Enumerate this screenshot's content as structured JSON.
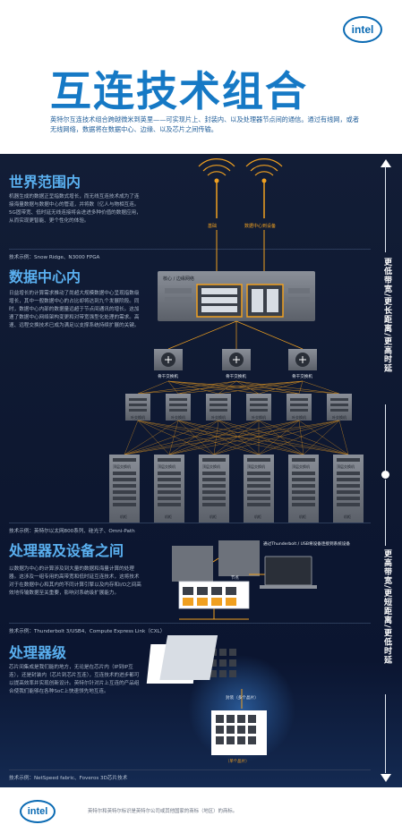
{
  "header": {
    "logo": "intel",
    "title": "互连技术组合",
    "intro": "英特尔互连技术组合跨越微米到英里——可实现片上、封装内、以及处理器节点间的通信。通过有线网，或者无线网络，数据将在数据中心、边缘、以及芯片之间传输。"
  },
  "sections": [
    {
      "title": "世界范围内",
      "text": "机器生成的数据正呈指数式增长，而无线互连技术成为了连接海量数据与数据中心的管道，并将数（亿人与物相互连。5G固带宽、低时延无线连接将会进进多种价值的数据应用，从而实现更智能、更个性化的体验。",
      "example": "技术示例：Snow Ridge、N3000 FPGA"
    },
    {
      "title": "数据中心内",
      "text": "日益增长的计算需求推动了尚超大规模数据中心呈现指数级增长，其中一般数据中心的占比却将达到九个发展阶段。同时，数据中心内部的数据量远超于节点间通讯的增长。这加速了数据中心网络架构变更和对带宽强型化处理的需求。高速、远程交换技术已成为满足以支撑系统持续扩展的关键。",
      "example": "技术示例：英特尔以太网800系列、硅光子、Omni-Path"
    },
    {
      "title": "处理器及设备之间",
      "text": "以数据为中心的计算涉及到大量的数据和海量计算的处理器。这涉及一组专用的高带宽和低时延互连技术，这将技术对于在数据中心和其内的不同计算引擎以及内存和I/O之间高效地传输数据至关重要，影响对系统级扩展能力。",
      "example": "技术示例：Thunderbolt 3/USB4、Compute Express Link（CXL）"
    },
    {
      "title": "处理器级",
      "text": "芯片间集成是我们能的地方，无论是在芯片内（IP到IP互连），还是封装内（芯片到芯片互连），互连技术的进步都可以提高效率并实现创新设计。英特尔针对片上互连的产品组合使我们能够在各种SoC上快速领先地互连。",
      "example": "技术示例：NetSpeed fabric、Foveros 3D芯片技术"
    }
  ],
  "sidebar": {
    "upper": "更低带宽/更长距离/更高时延",
    "lower": "更高带宽/更短距离/更低时延"
  },
  "diagram": {
    "antenna_labels": [
      "基础",
      "数据中心到设备"
    ],
    "core_label": "核心 / 边缘网络",
    "backbone_label": "骨干交换机",
    "spine_label": "叶交换机",
    "tor_label": "顶层交换机",
    "rack_label": "机柜",
    "node_label": "节点",
    "thunderbolt_note": "通过Thunderbolt / USB将设备连接到系统设备",
    "package_label": "封装（多个晶片）",
    "chip_label": "（单个晶片）"
  },
  "footer": {
    "logo": "intel",
    "text": "英特尔和英特尔标识是英特尔公司或其他国家的商标（地区）的商标。"
  },
  "colors": {
    "title_blue": "#1679c5",
    "section_blue": "#5ab0f0",
    "dark_bg": "#0d1730",
    "orange": "#f0a020"
  }
}
